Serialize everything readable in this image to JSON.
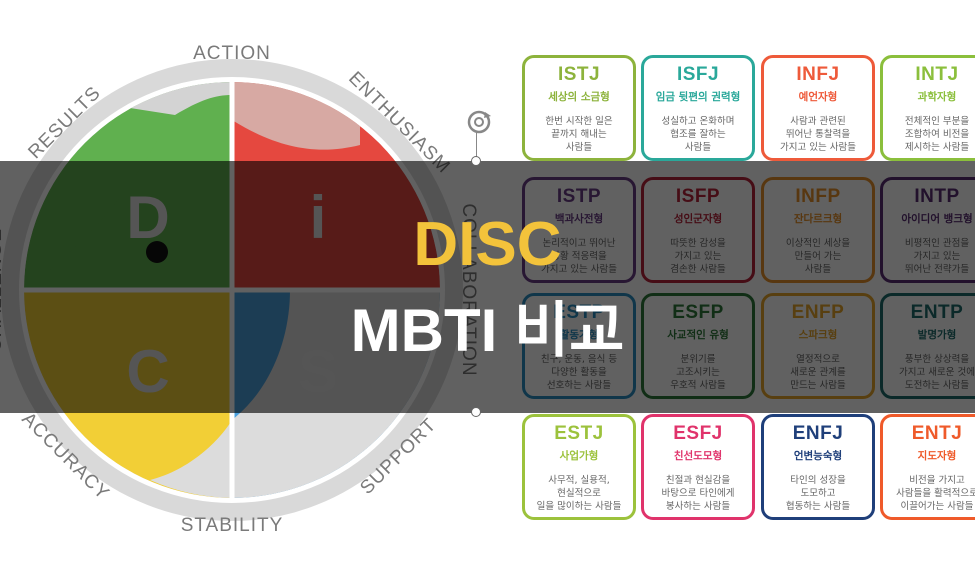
{
  "headline": {
    "title": "DISC",
    "subtitle": "MBTI 비교"
  },
  "disc": {
    "ring_labels": [
      "ACTION",
      "ENTHUSIASM",
      "COLLABORATION",
      "SUPPORT",
      "STABILITY",
      "ACCURACY",
      "CHALLENGE",
      "RESULTS"
    ],
    "quadrants": [
      "D",
      "i",
      "S",
      "C"
    ],
    "colors": {
      "D": "#60b04f",
      "i": "#e5483f",
      "S": "#4aa0dd",
      "C": "#f2cf36",
      "ring": "#d9d9d9",
      "labels": "#7a7a7a"
    }
  },
  "mbti": [
    {
      "code": "ISTJ",
      "title": "세상의 소금형",
      "desc": "한번 시작한 일은\n끝까지 해내는\n사람들",
      "color": "#8db33c"
    },
    {
      "code": "ISFJ",
      "title": "임금 뒷편의 권력형",
      "desc": "성실하고 온화하며\n협조를 잘하는\n사람들",
      "color": "#2aa89a"
    },
    {
      "code": "INFJ",
      "title": "예언자형",
      "desc": "사람과 관련된\n뛰어난 통찰력을\n가지고 있는 사람들",
      "color": "#ee5a3a"
    },
    {
      "code": "INTJ",
      "title": "과학자형",
      "desc": "전체적인 부분을\n조합하여 비전을\n제시하는 사람들",
      "color": "#8bbf3c"
    },
    {
      "code": "ISTP",
      "title": "백과사전형",
      "desc": "논리적이고 뛰어난\n상황 적응력을\n가지고 있는 사람들",
      "color": "#6b3e86"
    },
    {
      "code": "ISFP",
      "title": "성인군자형",
      "desc": "따뜻한 감성을\n가지고 있는\n겸손한 사람들",
      "color": "#b8243a"
    },
    {
      "code": "INFP",
      "title": "잔다르크형",
      "desc": "이상적인 세상을\n만들어 가는\n사람들",
      "color": "#e8912a"
    },
    {
      "code": "INTP",
      "title": "아이디어 뱅크형",
      "desc": "비평적인 관점을\n가지고 있는\n뛰어난 전략가들",
      "color": "#5a2f73"
    },
    {
      "code": "ESTP",
      "title": "활동가형",
      "desc": "친구, 운동, 음식 등\n다양한 활동을\n선호하는 사람들",
      "color": "#2b8fc2"
    },
    {
      "code": "ESFP",
      "title": "사교적인 유형",
      "desc": "분위기를\n고조시키는\n우호적 사람들",
      "color": "#2e7a3a"
    },
    {
      "code": "ENFP",
      "title": "스파크형",
      "desc": "열정적으로\n새로운 관계를\n만드는 사람들",
      "color": "#e8a62a"
    },
    {
      "code": "ENTP",
      "title": "발명가형",
      "desc": "풍부한 상상력을\n가지고 새로운 것에\n도전하는 사람들",
      "color": "#1f6d6d"
    },
    {
      "code": "ESTJ",
      "title": "사업가형",
      "desc": "사무적, 실용적,\n현실적으로\n일을 많이하는 사람들",
      "color": "#9cc23c"
    },
    {
      "code": "ESFJ",
      "title": "친선도모형",
      "desc": "친절과 현실감을\n바탕으로 타인에게\n봉사하는 사람들",
      "color": "#e0336b"
    },
    {
      "code": "ENFJ",
      "title": "언변능숙형",
      "desc": "타인의 성장을\n도모하고\n협동하는 사람들",
      "color": "#1f3f7a"
    },
    {
      "code": "ENTJ",
      "title": "지도자형",
      "desc": "비전을 가지고\n사람들을 활력적으로\n이끌어가는 사람들",
      "color": "#ef5a2a"
    }
  ]
}
